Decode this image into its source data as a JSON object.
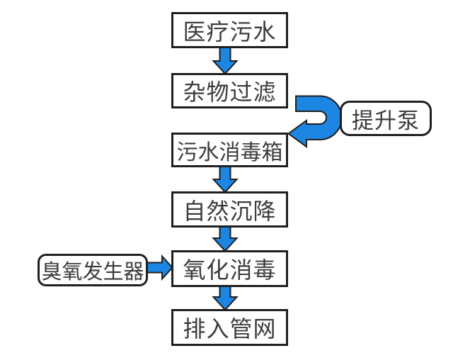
{
  "diagram": {
    "type": "flowchart",
    "nodes": {
      "medical_sewage": {
        "label": "医疗污水",
        "shape": "rect"
      },
      "debris_filter": {
        "label": "杂物过滤",
        "shape": "rect"
      },
      "lift_pump": {
        "label": "提升泵",
        "shape": "rounded-rect"
      },
      "disinfection_tank": {
        "label": "污水消毒箱",
        "shape": "rect"
      },
      "natural_sedimentation": {
        "label": "自然沉降",
        "shape": "rect"
      },
      "ozone_generator": {
        "label": "臭氧发生器",
        "shape": "rounded-rect"
      },
      "oxidation_disinfection": {
        "label": "氧化消毒",
        "shape": "rect"
      },
      "discharge_pipe_network": {
        "label": "排入管网",
        "shape": "rect"
      }
    },
    "edges": [
      {
        "from": "medical_sewage",
        "to": "debris_filter",
        "style": "straight-down-arrow"
      },
      {
        "from": "debris_filter",
        "to": "disinfection_tank",
        "style": "u-turn-arrow",
        "via": "lift_pump"
      },
      {
        "from": "disinfection_tank",
        "to": "natural_sedimentation",
        "style": "straight-down-arrow"
      },
      {
        "from": "natural_sedimentation",
        "to": "oxidation_disinfection",
        "style": "straight-down-arrow"
      },
      {
        "from": "ozone_generator",
        "to": "oxidation_disinfection",
        "style": "straight-right-arrow"
      },
      {
        "from": "oxidation_disinfection",
        "to": "discharge_pipe_network",
        "style": "straight-down-arrow"
      }
    ]
  },
  "colors": {
    "arrow_fill": "#1d85e2",
    "outline": "#1f1f1f",
    "node_background": "#ffffff",
    "text": "#3c3c3c"
  }
}
